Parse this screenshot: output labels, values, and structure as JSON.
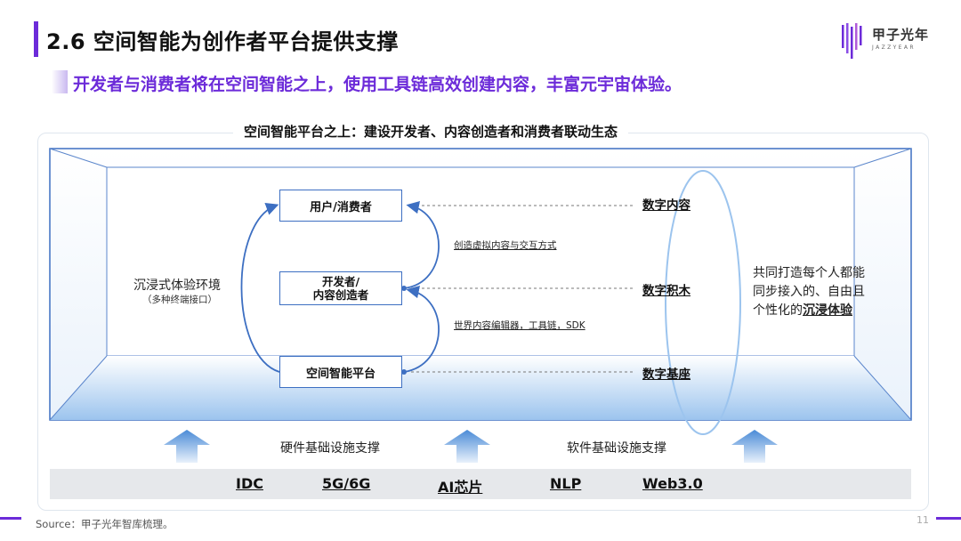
{
  "header": {
    "title": "2.6 空间智能为创作者平台提供支撑",
    "logo_text": "甲子光年",
    "logo_sub": "JAZZYEAR"
  },
  "subtitle": "开发者与消费者将在空间智能之上，使用工具链高效创建内容，丰富元宇宙体验。",
  "diagram": {
    "title": "空间智能平台之上：建设开发者、内容创造者和消费者联动生态",
    "nodes": {
      "user": "用户/消费者",
      "dev_line1": "开发者/",
      "dev_line2": "内容创造者",
      "platform": "空间智能平台"
    },
    "edge_labels": {
      "upper": "创造虚拟内容与交互方式",
      "lower": "世界内容编辑器，工具链，SDK"
    },
    "right_labels": {
      "content": "数字内容",
      "blocks": "数字积木",
      "base": "数字基座"
    },
    "left": {
      "main": "沉浸式体验环境",
      "sub": "（多种终端接口）"
    },
    "right_text": {
      "line1": "共同打造每个人都能",
      "line2": "同步接入的、自由且",
      "line3_prefix": "个性化的",
      "line3_highlight": "沉浸体验"
    },
    "support": {
      "hardware": "硬件基础设施支撑",
      "software": "软件基础设施支撑"
    },
    "infra": [
      "IDC",
      "5G/6G",
      "AI芯片",
      "NLP",
      "Web3.0"
    ]
  },
  "footer": {
    "source": "Source：甲子光年智库梳理。",
    "page": "11"
  },
  "colors": {
    "accent": "#6c2bd9",
    "node_border": "#3d6fc2",
    "arrow_blue": "#4a8bd6"
  }
}
